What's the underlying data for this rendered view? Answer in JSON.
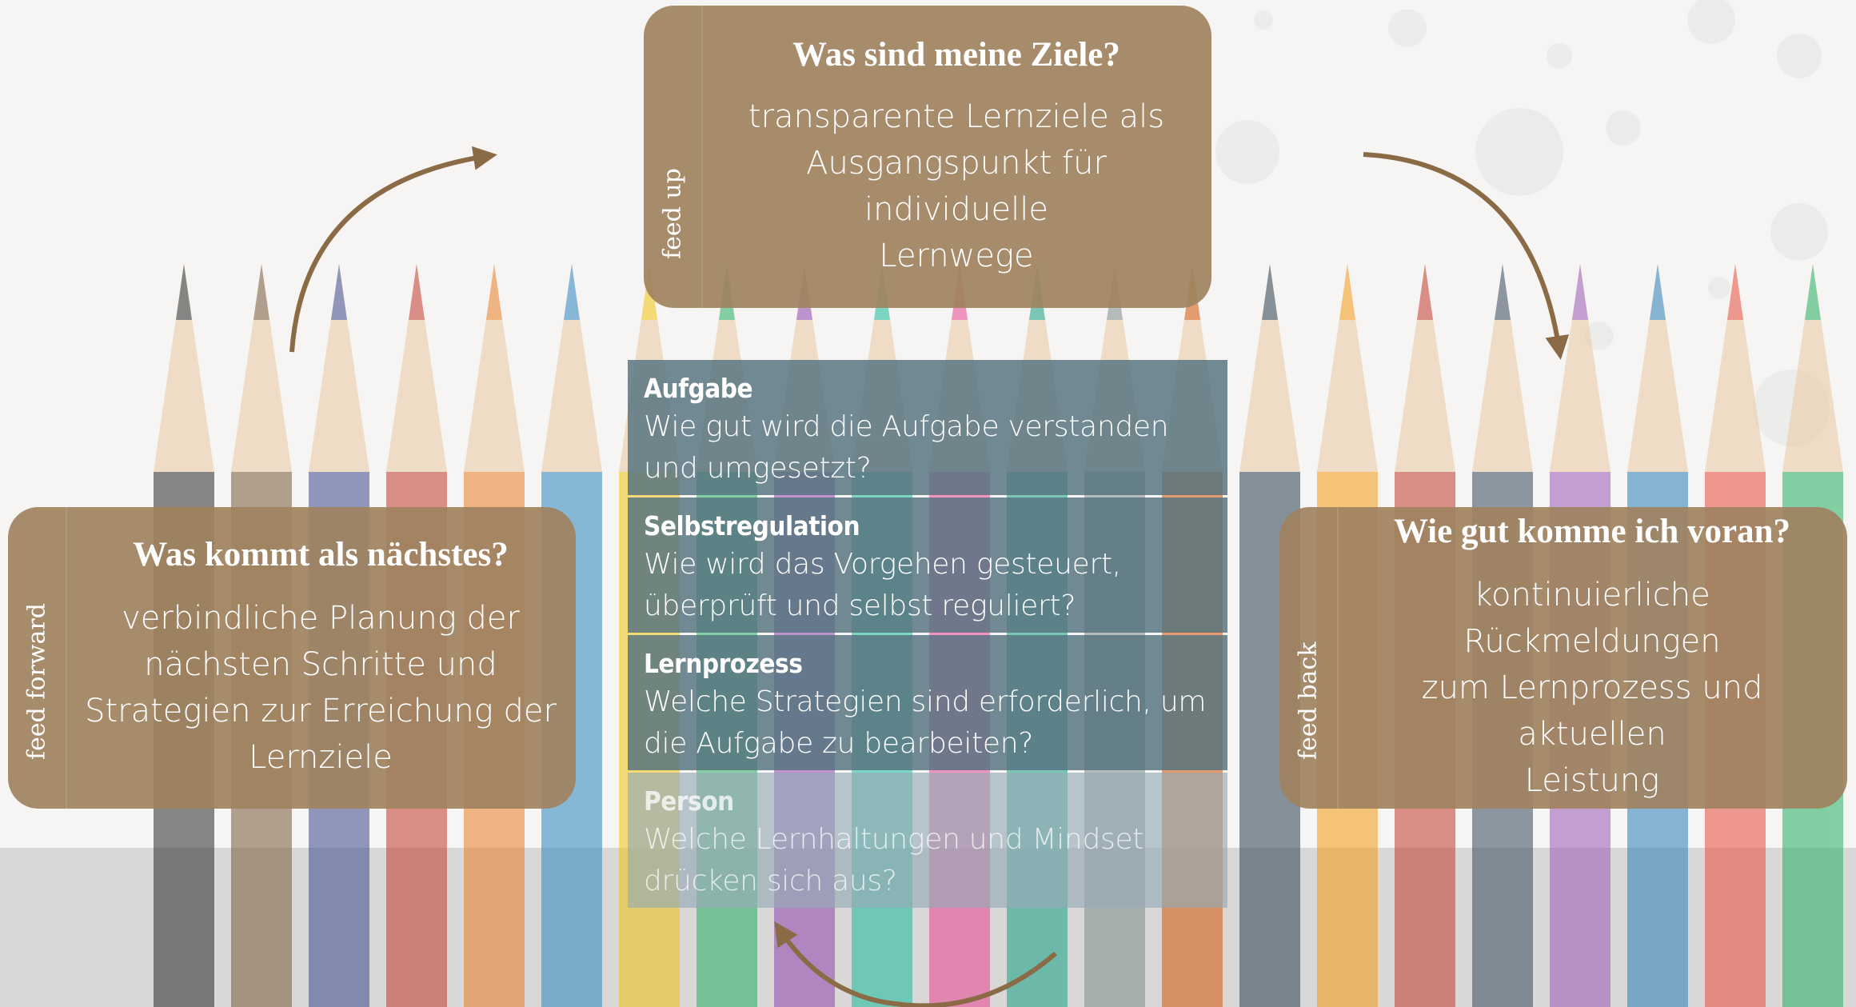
{
  "cycle": {
    "top": {
      "side": "feed up",
      "question": "Was sind meine Ziele?",
      "text": "transparente Lernziele als\nAusgangspunkt für individuelle\nLernwege"
    },
    "left": {
      "side": "feed forward",
      "question": "Was kommt als nächstes?",
      "text": "verbindliche Planung der\nnächsten Schritte und\nStrategien zur Erreichung der\nLernziele"
    },
    "right": {
      "side": "feed back",
      "question": "Wie gut komme ich voran?",
      "text": "kontinuierliche Rückmeldungen\nzum Lernprozess und aktuellen\nLeistung"
    }
  },
  "levels": [
    {
      "title": "Aufgabe",
      "text": "Wie gut wird die Aufgabe verstanden und umgesetzt?"
    },
    {
      "title": "Selbstregulation",
      "text": "Wie wird das Vorgehen gesteuert, überprüft und selbst reguliert?"
    },
    {
      "title": "Lernprozess",
      "text": "Welche Strategien sind erforderlich, um die Aufgabe zu bearbeiten?"
    },
    {
      "title": "Person",
      "text": "Welche Lernhaltungen und Mindset drücken sich aus?"
    }
  ],
  "colors": {
    "card": "#a08260",
    "arrow": "#8b6a46",
    "panel_dark": "#567480",
    "panel_light": "#96aab6"
  }
}
